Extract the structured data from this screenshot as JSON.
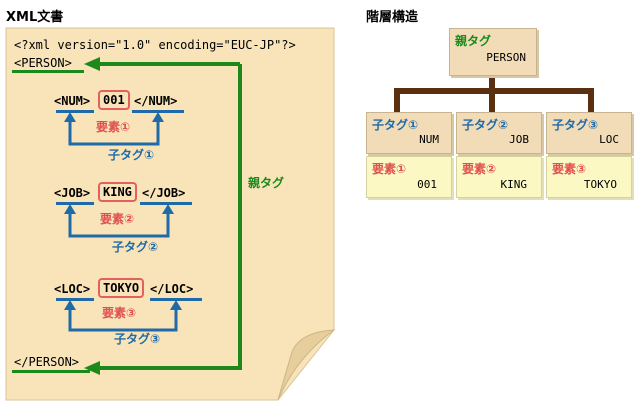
{
  "left": {
    "heading": "XML文書",
    "declaration": "<?xml version=\"1.0\" encoding=\"EUC-JP\"?>",
    "root_open": "<PERSON>",
    "root_close": "</PERSON>",
    "parent_label": "親タグ",
    "rows": [
      {
        "open": "<NUM>",
        "value": "001",
        "close": "</NUM>",
        "element_label": "要素①",
        "child_label": "子タグ①"
      },
      {
        "open": "<JOB>",
        "value": "KING",
        "close": "</JOB>",
        "element_label": "要素②",
        "child_label": "子タグ②"
      },
      {
        "open": "<LOC>",
        "value": "TOKYO",
        "close": "</LOC>",
        "element_label": "要素③",
        "child_label": "子タグ③"
      }
    ]
  },
  "right": {
    "heading": "階層構造",
    "parent": {
      "label": "親タグ",
      "value": "PERSON"
    },
    "children": [
      {
        "label": "子タグ①",
        "value": "NUM",
        "element_label": "要素①",
        "element_value": "001"
      },
      {
        "label": "子タグ②",
        "value": "JOB",
        "element_label": "要素②",
        "element_value": "KING"
      },
      {
        "label": "子タグ③",
        "value": "LOC",
        "element_label": "要素③",
        "element_value": "TOKYO"
      }
    ]
  },
  "colors": {
    "paper": "#f8e4b8",
    "child_arrow": "#1f6aa8",
    "parent_arrow": "#1b8a1b",
    "element_highlight": "#e05050",
    "tree_line": "#5a3010",
    "node_fill": "#f2dcb8",
    "element_fill": "#fbf8c4"
  }
}
